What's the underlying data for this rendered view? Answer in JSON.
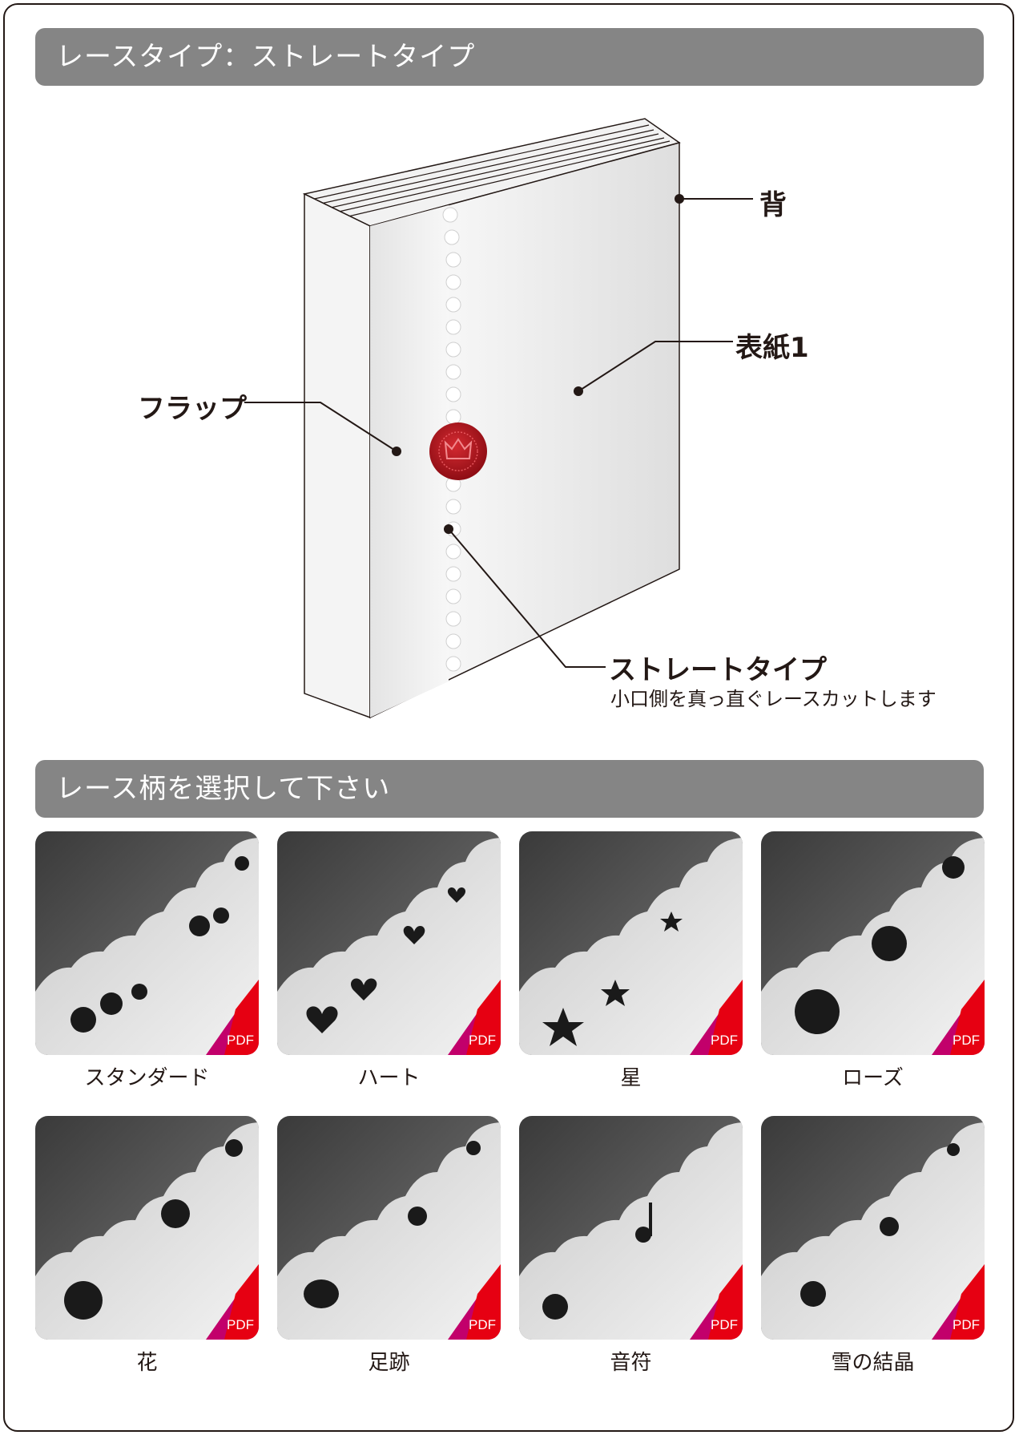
{
  "section1": {
    "title": "レースタイプ：ストレートタイプ"
  },
  "diagram": {
    "spine_label": "背",
    "cover_label": "表紙1",
    "flap_label": "フラップ",
    "straight_label": "ストレートタイプ",
    "straight_desc": "小口側を真っ直ぐレースカットします"
  },
  "section2": {
    "title": "レース柄を選択して下さい"
  },
  "patterns": [
    {
      "name": "スタンダード",
      "icon": "standard-lace-icon",
      "badge": "PDF"
    },
    {
      "name": "ハート",
      "icon": "heart-lace-icon",
      "badge": "PDF"
    },
    {
      "name": "星",
      "icon": "star-lace-icon",
      "badge": "PDF"
    },
    {
      "name": "ローズ",
      "icon": "rose-lace-icon",
      "badge": "PDF"
    },
    {
      "name": "花",
      "icon": "flower-lace-icon",
      "badge": "PDF"
    },
    {
      "name": "足跡",
      "icon": "paw-lace-icon",
      "badge": "PDF"
    },
    {
      "name": "音符",
      "icon": "music-note-lace-icon",
      "badge": "PDF"
    },
    {
      "name": "雪の結晶",
      "icon": "snowflake-lace-icon",
      "badge": "PDF"
    }
  ],
  "colors": {
    "header_bg": "#858585",
    "badge_red": "#e60012",
    "badge_magenta": "#c2006b",
    "seal_red": "#b5121b"
  }
}
